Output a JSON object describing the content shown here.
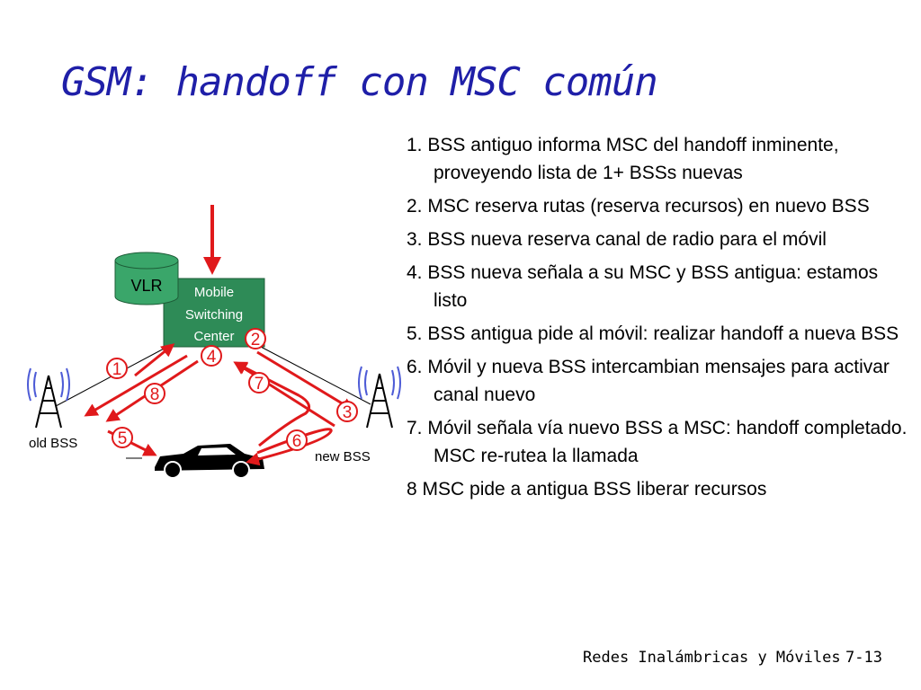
{
  "title": "GSM: handoff con MSC común",
  "steps": [
    "1. BSS antiguo informa MSC del handoff inminente, proveyendo lista de 1+ BSSs nuevas",
    "2. MSC reserva rutas (reserva recursos) en nuevo BSS",
    "3. BSS nueva reserva canal de radio para el móvil",
    "4. BSS nueva señala a su MSC y BSS antigua: estamos listo",
    "5. BSS antigua pide al móvil: realizar handoff a nueva BSS",
    "6. Móvil y nueva BSS intercambian mensajes para activar canal nuevo",
    "7. Móvil señala vía nuevo BSS a MSC: handoff completado.  MSC re-rutea la llamada",
    "8 MSC pide a antigua BSS liberar recursos"
  ],
  "diagram": {
    "vlr_label": "VLR",
    "msc_label_lines": [
      "Mobile",
      "Switching",
      "Center"
    ],
    "old_bss_label": "old BSS",
    "new_bss_label": "new BSS",
    "step_numbers": [
      "1",
      "2",
      "3",
      "4",
      "5",
      "6",
      "7",
      "8"
    ]
  },
  "colors": {
    "title": "#1f1fa8",
    "arrow": "#e0191b",
    "msc_fill": "#2e8b57",
    "vlr_fill": "#3aa66a",
    "tower": "#4d5bd6"
  },
  "footer": {
    "course": "Redes Inalámbricas y Móviles",
    "page": "7-13"
  }
}
